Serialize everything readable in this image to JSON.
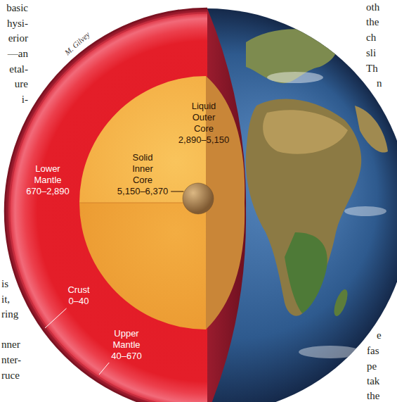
{
  "diagram": {
    "nodes": [
      {
        "text": [
          "Lower Mantle",
          "670–2,890"
        ]
      },
      {
        "text": [
          "Liquid Outer Core",
          "2,890–5,150"
        ],
        "in": 0
      },
      {
        "text": [
          "Solid Inner Core",
          "5,150–6,370"
        ],
        "in": 1
      }
    ],
    "labels": [
      "basic",
      "hysi-",
      "erior",
      "—an",
      "etal-",
      "ure",
      "i-",
      "oth",
      "the",
      "ch",
      "sli",
      "Th",
      "n",
      "M. Gilvey",
      "Crust",
      "0–40",
      "Upper Mantle",
      "40–670",
      "is",
      "it,",
      "ring",
      "nner",
      "nter-",
      "ruce",
      "e",
      "fas",
      "pe",
      "tak",
      "the"
    ]
  }
}
